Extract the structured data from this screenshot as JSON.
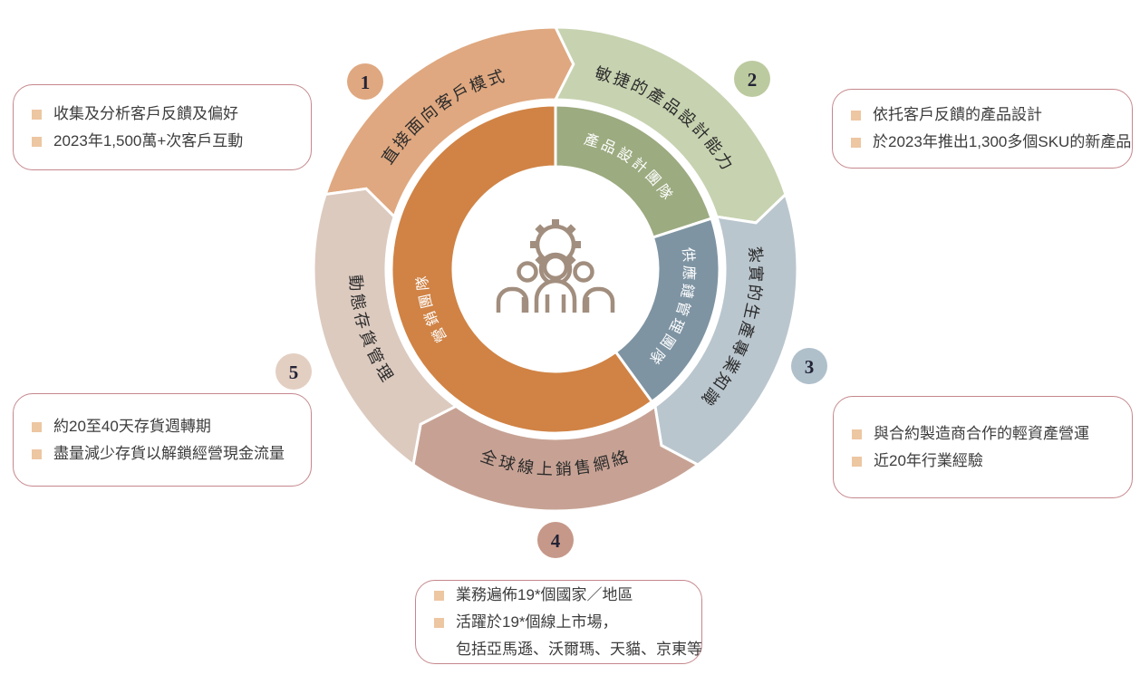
{
  "colors": {
    "box-border": "#c5878d",
    "bullet": "#edc6a2",
    "box-text": "#3d3d3d",
    "label-dark": "#2b2b2b",
    "label-light": "#ffffff",
    "icon": "#a28e7e",
    "badge-text": "#232336"
  },
  "wheel": {
    "center_icon": "team-gear-icon",
    "segments": [
      {
        "num": "1",
        "label": "直接面向客戶模式",
        "color": "#dfa880",
        "badge_color": "#dfa880"
      },
      {
        "num": "2",
        "label": "敏捷的產品設計能力",
        "color": "#c7d2b0",
        "badge_color": "#bcca9f"
      },
      {
        "num": "3",
        "label": "紮實的生產專業知識",
        "color": "#bac6ce",
        "badge_color": "#afc0cb"
      },
      {
        "num": "4",
        "label": "全球線上銷售網絡",
        "color": "#c7a294",
        "badge_color": "#c69889"
      },
      {
        "num": "5",
        "label": "動態存貨管理",
        "color": "#dccabf",
        "badge_color": "#e3cfc2"
      }
    ],
    "inner_segments": [
      {
        "label": "營銷團隊",
        "color": "#d08345"
      },
      {
        "label": "產品設計團隊",
        "color": "#9cab80"
      },
      {
        "label": "供應鏈管理團隊",
        "color": "#7e94a3"
      }
    ]
  },
  "callouts": [
    {
      "num": "1",
      "items": [
        [
          "收集及分析客戶反饋及偏好"
        ],
        [
          "2023年1,500萬+次客戶互動"
        ]
      ]
    },
    {
      "num": "2",
      "items": [
        [
          "依托客戶反饋的產品設計"
        ],
        [
          "於2023年推出1,300多個SKU的新產品"
        ]
      ]
    },
    {
      "num": "3",
      "items": [
        [
          "與合約製造商合作的輕資產營運"
        ],
        [
          "近20年行業經驗"
        ]
      ]
    },
    {
      "num": "4",
      "items": [
        [
          "業務遍佈19*個國家／地區"
        ],
        [
          "活躍於19*個線上市場，",
          "包括亞馬遜、沃爾瑪、天貓、京東等"
        ]
      ]
    },
    {
      "num": "5",
      "items": [
        [
          "約20至40天存貨週轉期"
        ],
        [
          "盡量減少存貨以解鎖經營現金流量"
        ]
      ]
    }
  ]
}
